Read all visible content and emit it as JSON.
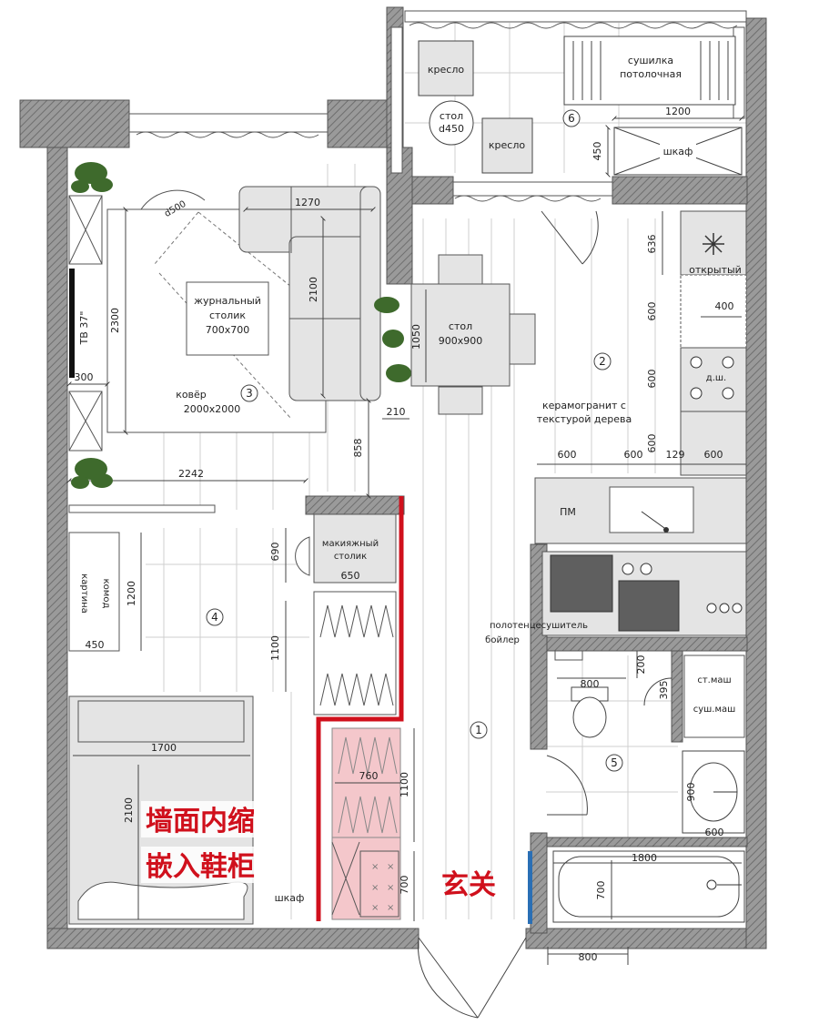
{
  "colors": {
    "wall": "#8c8c8c",
    "floor_line": "#c9c9c9",
    "furniture": "#e4e4e4",
    "dark_appliance": "#5f5f5f",
    "highlight_red": "#d0101c",
    "highlight_fill": "#f4c7cb",
    "plant": "#3e6a2c"
  },
  "icons": [
    "plant-icon",
    "snowflake-icon",
    "toilet-icon",
    "sink-icon",
    "door-swing-icon",
    "bathtub-icon"
  ],
  "balcony": {
    "chair1": "кресло",
    "chair2": "кресло",
    "table_line1": "стол",
    "table_line2": "d450",
    "dryer_line1": "сушилка",
    "dryer_line2": "потолочная",
    "cabinet": "шкаф",
    "room_number": "6",
    "dim_1200": "1200",
    "dim_450": "450"
  },
  "living": {
    "lamp": "d500",
    "sofa_width": "1270",
    "sofa_length": "2100",
    "coffee_table_line1": "журнальный",
    "coffee_table_line2": "столик",
    "coffee_table_line3": "700х700",
    "rug_line1": "ковёр",
    "rug_line2": "2000х2000",
    "room_number": "3",
    "tv": "ТВ 37\"",
    "dim_2300": "2300",
    "dim_300": "300",
    "dim_2242": "2242",
    "dim_858": "858",
    "dim_210": "210"
  },
  "kitchen": {
    "dining_line1": "стол",
    "dining_line2": "900х900",
    "dim_1050": "1050",
    "floor_line1": "керамогранит с",
    "floor_line2": "текстурой дерева",
    "room_number": "2",
    "open_shelf": "открытый",
    "dim_636": "636",
    "dim_400": "400",
    "dim_600a": "600",
    "dim_600b": "600",
    "dim_600c": "600",
    "dishwasher": "д.ш.",
    "bottom_dims": [
      "600",
      "600",
      "129",
      "600"
    ],
    "dishwasher_short": "ПМ"
  },
  "bedroom": {
    "makeup_line1": "макияжный",
    "makeup_line2": "столик",
    "dim_650": "650",
    "dim_690": "690",
    "dim_1100": "1100",
    "dresser_line1": "картина",
    "dresser_line2": "комод",
    "dim_1200": "1200",
    "dim_450": "450",
    "room_number": "4",
    "bed_width": "1700",
    "bed_length": "2100"
  },
  "hall": {
    "towel_line1": "полотенцесушитель",
    "towel_line2": "бойлер",
    "room_number": "1",
    "dim_760": "760",
    "dim_1100": "1100",
    "dim_700": "700",
    "wardrobe": "шкаф",
    "annot_line1": "墙面内缩",
    "annot_line2": "嵌入鞋柜",
    "annot_entry": "玄关"
  },
  "bathroom": {
    "dim_800_toilet": "800",
    "dim_200": "200",
    "dim_395": "395",
    "washer_line1": "ст.маш",
    "washer_line2": "суш.маш",
    "room_number": "5",
    "dim_900": "900",
    "dim_600": "600",
    "bath_length": "1800",
    "bath_width": "700",
    "door_width": "800"
  }
}
